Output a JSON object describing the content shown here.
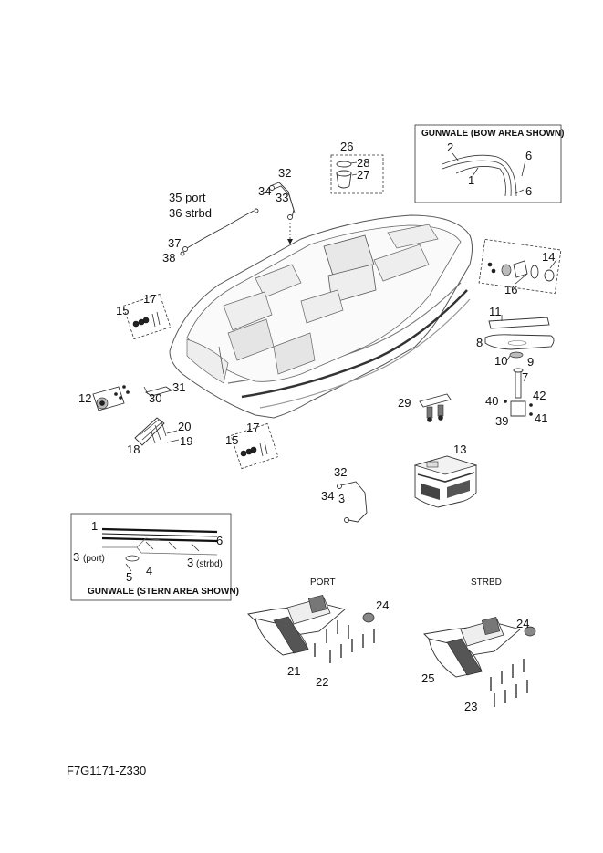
{
  "insets": {
    "bow_title": "GUNWALE (BOW AREA SHOWN)",
    "stern_title_a": "GUNWALE",
    "stern_title_b": "(STERN AREA SHOWN)"
  },
  "sides": {
    "port": "PORT",
    "strbd": "STRBD"
  },
  "callouts": {
    "c1a": "1",
    "c2": "2",
    "c6a": "6",
    "c6b": "6",
    "c26": "26",
    "c28": "28",
    "c27": "27",
    "c32a": "32",
    "c34a": "34",
    "c33a": "33",
    "c35": "35 port",
    "c36": "36 strbd",
    "c37": "37",
    "c38": "38",
    "c14": "14",
    "c16": "16",
    "c11": "11",
    "c8": "8",
    "c10": "10",
    "c9": "9",
    "c7": "7",
    "c40": "40",
    "c42": "42",
    "c39": "39",
    "c41": "41",
    "c15a": "15",
    "c17a": "17",
    "c12": "12",
    "c30": "30",
    "c31": "31",
    "c18": "18",
    "c20": "20",
    "c19": "19",
    "c15b": "15",
    "c17b": "17",
    "c29": "29",
    "c13": "13",
    "c32b": "32",
    "c34b": "34",
    "c33b": "33",
    "c1b": "1",
    "c6c": "6",
    "c3port_n": "3",
    "c3port_t": "(port)",
    "c3strbd_n": "3",
    "c3strbd_t": "(strbd)",
    "c5": "5",
    "c4": "4",
    "c24a": "24",
    "c21": "21",
    "c22": "22",
    "c24b": "24",
    "c25": "25",
    "c23": "23"
  },
  "footer": {
    "code": "F7G1171-Z330"
  }
}
